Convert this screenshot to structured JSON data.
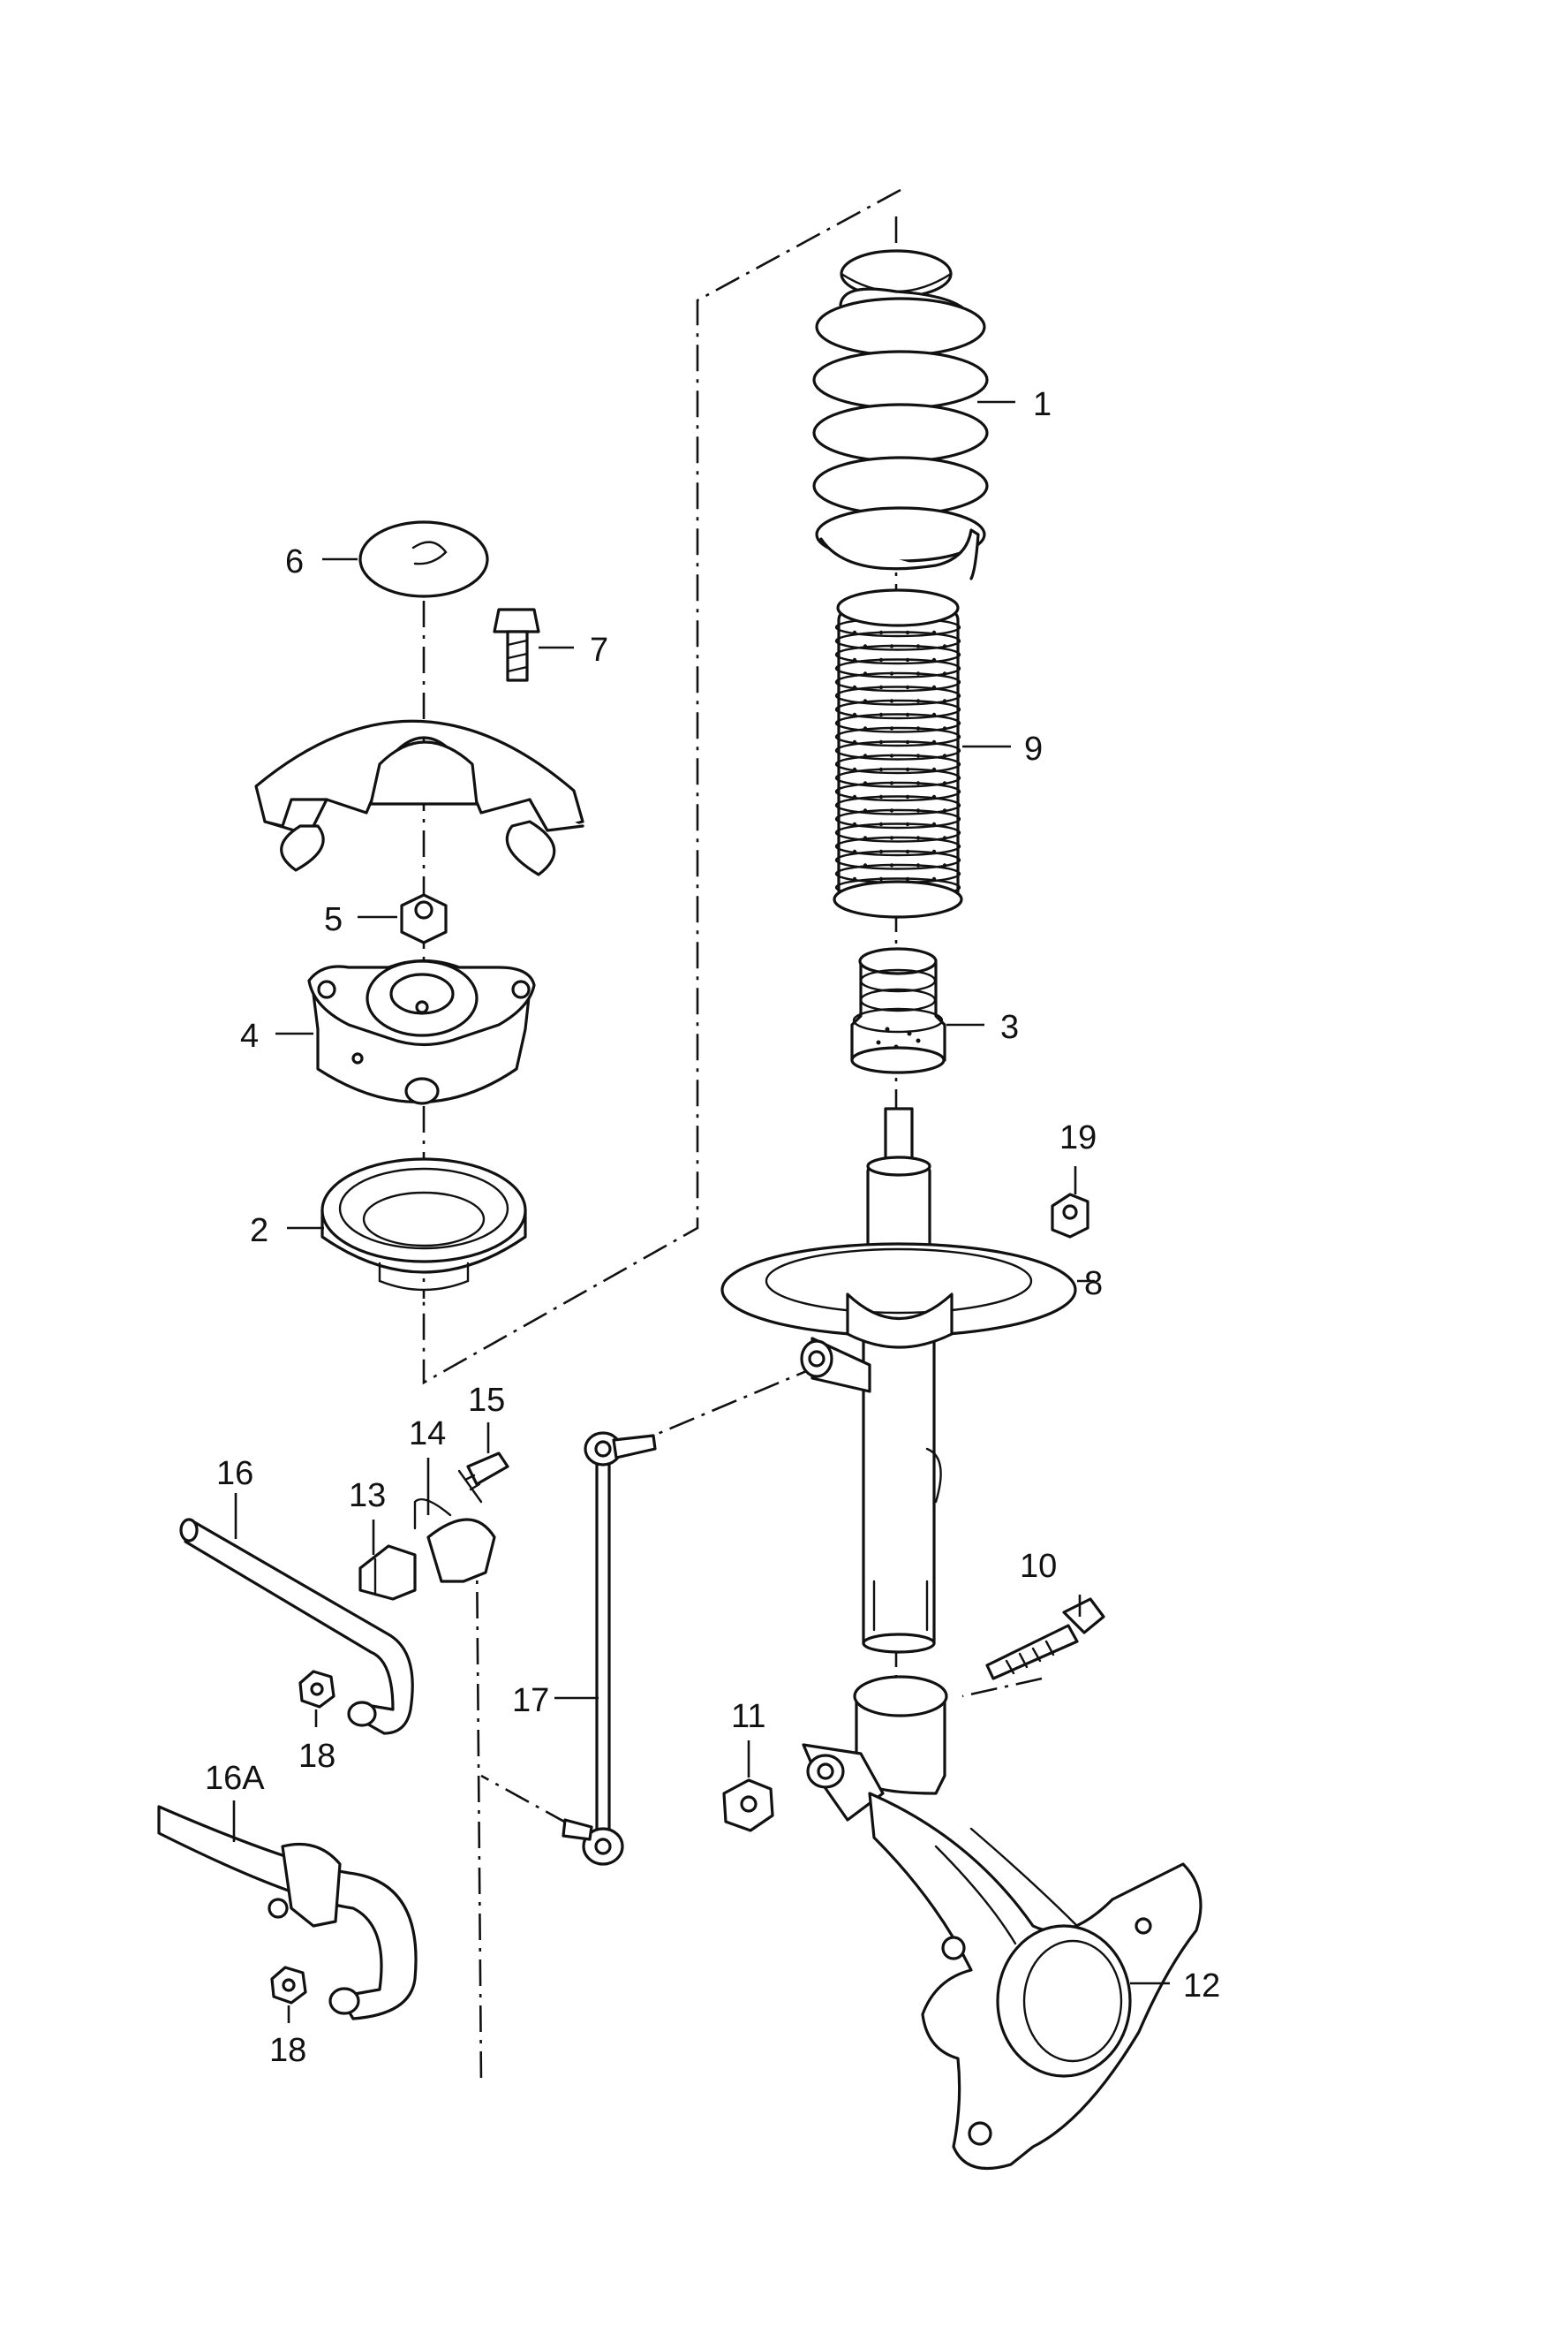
{
  "diagram": {
    "callouts": [
      {
        "id": "1",
        "label": "1"
      },
      {
        "id": "2",
        "label": "2"
      },
      {
        "id": "3",
        "label": "3"
      },
      {
        "id": "4",
        "label": "4"
      },
      {
        "id": "5",
        "label": "5"
      },
      {
        "id": "6",
        "label": "6"
      },
      {
        "id": "7",
        "label": "7"
      },
      {
        "id": "8",
        "label": "8"
      },
      {
        "id": "9",
        "label": "9"
      },
      {
        "id": "10",
        "label": "10"
      },
      {
        "id": "11",
        "label": "11"
      },
      {
        "id": "12",
        "label": "12"
      },
      {
        "id": "13",
        "label": "13"
      },
      {
        "id": "14",
        "label": "14"
      },
      {
        "id": "15",
        "label": "15"
      },
      {
        "id": "16",
        "label": "16"
      },
      {
        "id": "16A",
        "label": "16A"
      },
      {
        "id": "17",
        "label": "17"
      },
      {
        "id": "18a",
        "label": "18"
      },
      {
        "id": "18b",
        "label": "18"
      },
      {
        "id": "19",
        "label": "19"
      }
    ]
  }
}
